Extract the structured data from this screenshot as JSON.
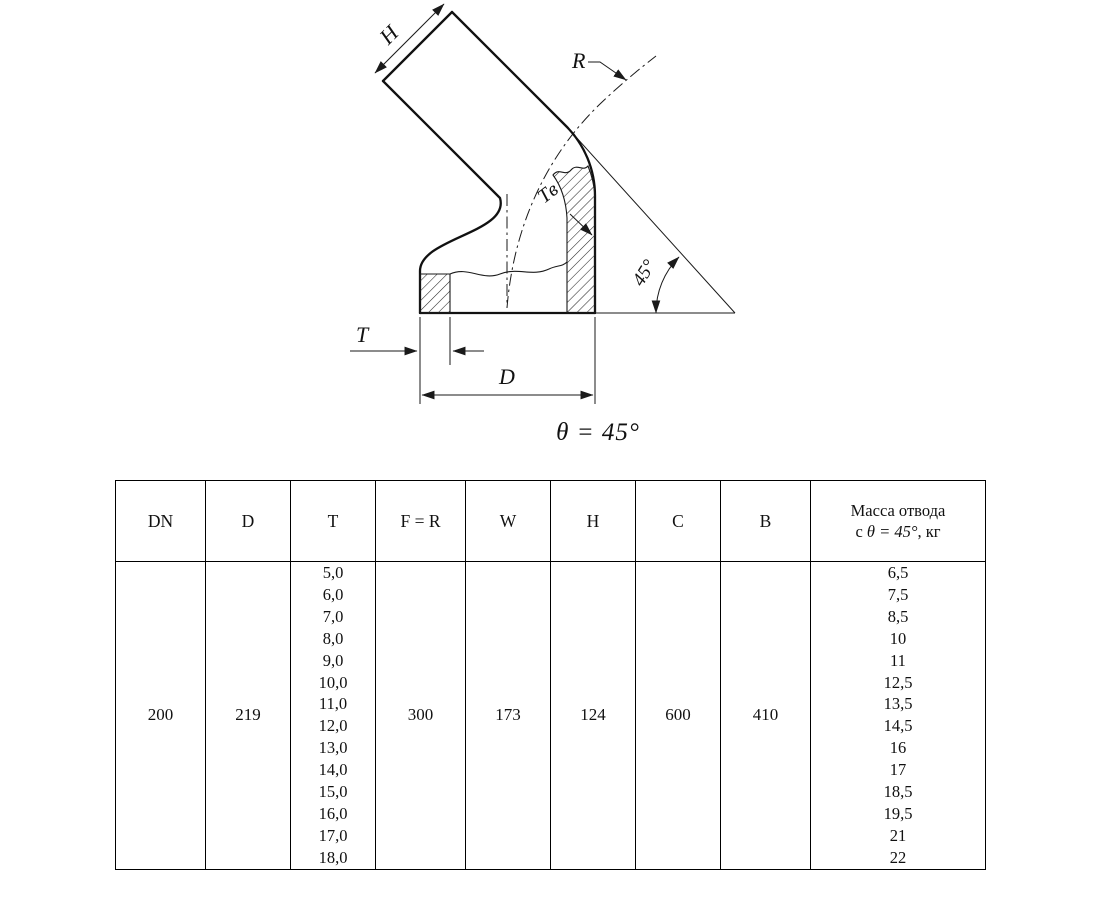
{
  "drawing": {
    "labels": {
      "h": "H",
      "r": "R",
      "tv": "Tв",
      "angle_45": "45°",
      "t": "T",
      "d": "D",
      "theta_equation": "θ = 45°"
    }
  },
  "table": {
    "headers": {
      "dn": "DN",
      "d": "D",
      "t": "T",
      "f_r": "F = R",
      "w": "W",
      "h": "H",
      "c": "C",
      "b": "B",
      "mass_line1": "Масса отвода",
      "mass_line2_pre": "с ",
      "mass_line2_italic": "θ = 45°",
      "mass_line2_post": ", кг"
    },
    "row": {
      "dn": "200",
      "d": "219",
      "t_values": [
        "5,0",
        "6,0",
        "7,0",
        "8,0",
        "9,0",
        "10,0",
        "11,0",
        "12,0",
        "13,0",
        "14,0",
        "15,0",
        "16,0",
        "17,0",
        "18,0"
      ],
      "f_r": "300",
      "w": "173",
      "h": "124",
      "c": "600",
      "b": "410",
      "mass_values": [
        "6,5",
        "7,5",
        "8,5",
        "10",
        "11",
        "12,5",
        "13,5",
        "14,5",
        "16",
        "17",
        "18,5",
        "19,5",
        "21",
        "22"
      ]
    }
  }
}
